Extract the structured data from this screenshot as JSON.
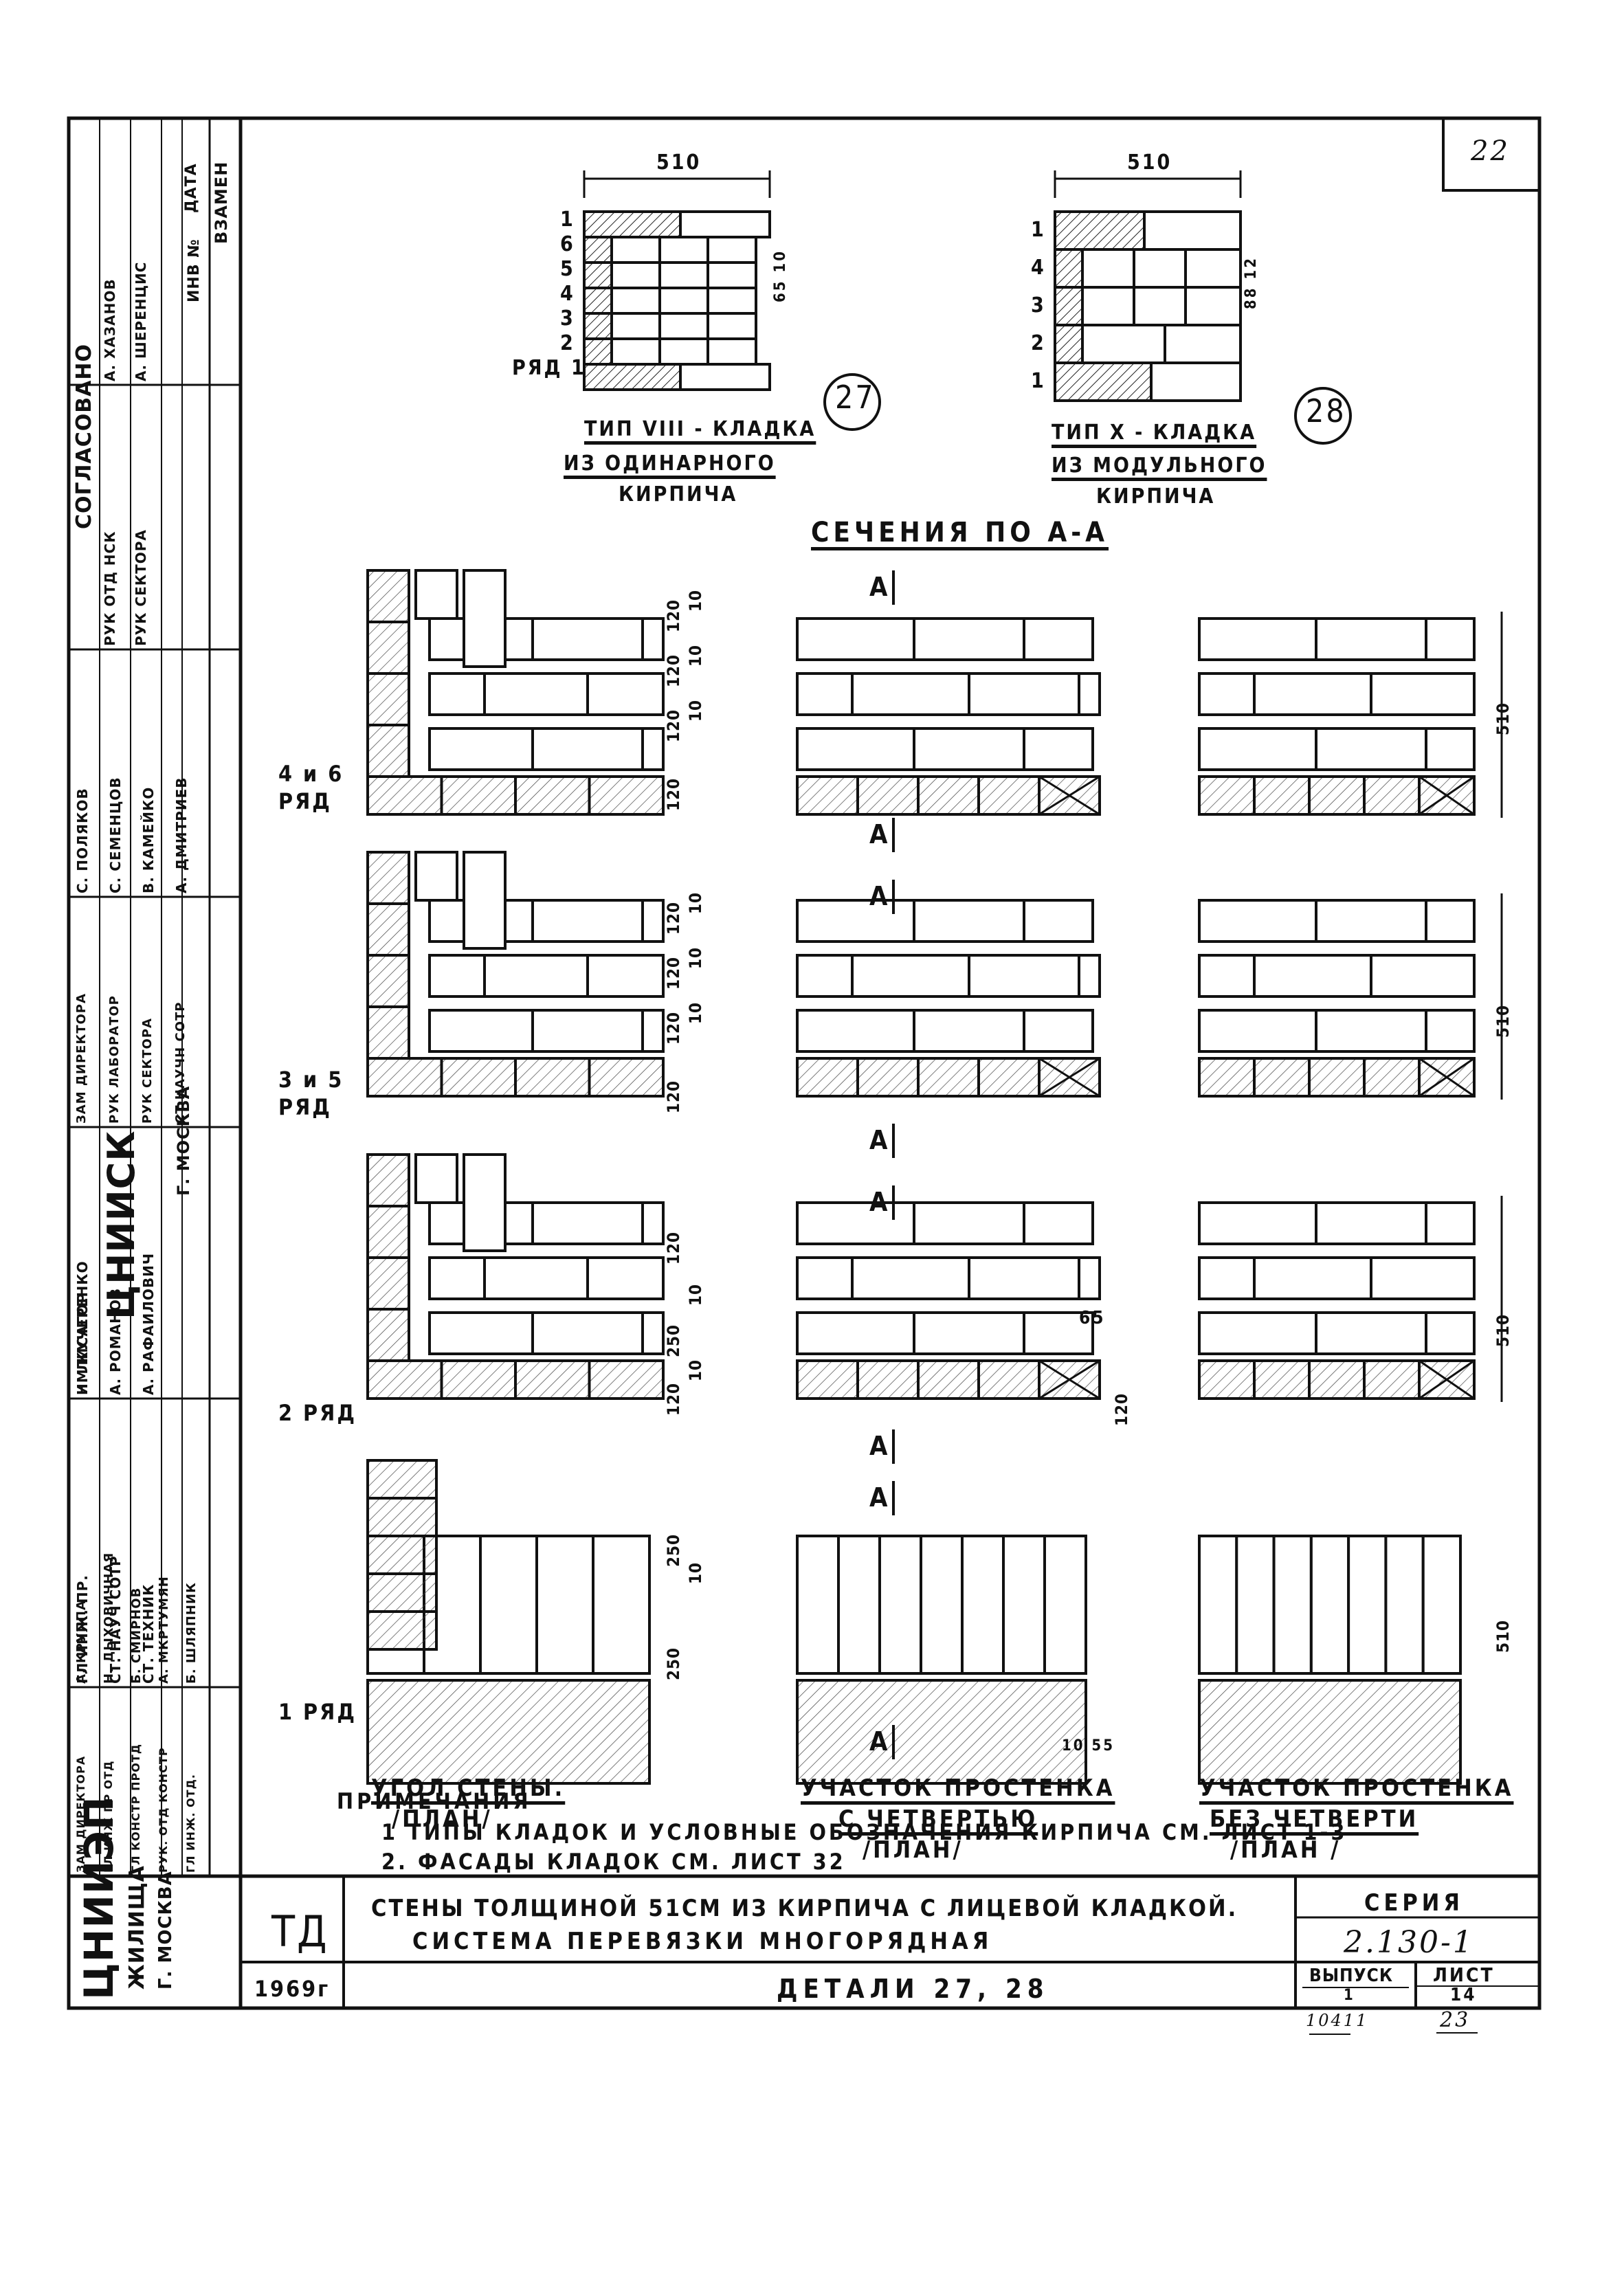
{
  "sheet_number": "22",
  "top_details": [
    {
      "number": "27",
      "dimension": "510",
      "small_dims": [
        "65",
        "10"
      ],
      "row_labels": [
        "1",
        "6",
        "5",
        "4",
        "3",
        "2",
        "РЯД 1"
      ],
      "caption": [
        "ТИП VIII - КЛАДКА",
        "ИЗ ОДИНАРНОГО",
        "КИРПИЧА"
      ]
    },
    {
      "number": "28",
      "dimension": "510",
      "small_dims": [
        "88",
        "12"
      ],
      "row_labels": [
        "1",
        "4",
        "3",
        "2",
        "1"
      ],
      "caption": [
        "ТИП X - КЛАДКА",
        "ИЗ МОДУЛЬНОГО",
        "КИРПИЧА"
      ]
    }
  ],
  "section_title": "СЕЧЕНИЯ ПО А-А",
  "section_mark": "А",
  "row_labels": [
    "4 и 6\nРЯД",
    "3 и 5\nРЯД",
    "2 РЯД",
    "1 РЯД"
  ],
  "dims": {
    "r1": [
      "120",
      "120",
      "120",
      "120",
      "10",
      "10",
      "10"
    ],
    "r2": [
      "120",
      "120",
      "120",
      "120",
      "10",
      "10",
      "10"
    ],
    "r3": [
      "120",
      "250",
      "120",
      "10",
      "10"
    ],
    "r4": [
      "250",
      "250",
      "10"
    ],
    "extra": [
      "65",
      "120",
      "10",
      "55"
    ],
    "wall": "510"
  },
  "column_captions": [
    [
      "УГОЛ СТЕНЫ.",
      "/ПЛАН/"
    ],
    [
      "УЧАСТОК ПРОСТЕНКА",
      "С ЧЕТВЕРТЬЮ",
      "/ПЛАН/"
    ],
    [
      "УЧАСТОК ПРОСТЕНКА",
      "БЕЗ ЧЕТВЕРТИ",
      "/ПЛАН /"
    ]
  ],
  "notes": {
    "title": "ПРИМЕЧАНИЯ",
    "items": [
      "1 ТИПЫ КЛАДОК И УСЛОВНЫЕ ОБОЗНАЧЕНИЯ КИРПИЧА СМ. ЛИСТ 1-3",
      "2. ФАСАДЫ КЛАДОК СМ. ЛИСТ 32"
    ]
  },
  "title_block": {
    "org": "ЦНИИЭП",
    "org_sub": "ЖИЛИЩА",
    "city": "Г. МОСКВА",
    "code": "ТД",
    "year": "1969г",
    "title_line1": "СТЕНЫ ТОЛЩИНОЙ 51СМ ИЗ КИРПИЧА С ЛИЦЕВОЙ КЛАДКОЙ.",
    "title_line2": "СИСТЕМА ПЕРЕВЯЗКИ МНОГОРЯДНАЯ",
    "subtitle": "ДЕТАЛИ 27, 28",
    "series_label": "СЕРИЯ",
    "series": "2.130-1",
    "issue_label": "ВЫПУСК",
    "issue": "1",
    "sheet_label": "ЛИСТ",
    "sheet": "14",
    "below_left": "10411",
    "below_right": "23"
  },
  "side_stamp": {
    "headers": [
      "ДАТА",
      "ИНВ №",
      "ВЗАМЕН"
    ],
    "agreed": "СОГЛАСОВАНО",
    "col1": [
      "А. ХАЗАНОВ",
      "А. ШЕРЕНЦИС"
    ],
    "col2": [
      "РУК ОТД НСК",
      "РУК СЕКТОРА"
    ],
    "col3": [
      "С. ПОЛЯКОВ",
      "С. СЕМЕНЦОВ",
      "В. КАМЕЙКО",
      "А. ДМИТРИЕВ"
    ],
    "col4": [
      "ЗАМ ДИРЕКТОРА",
      "РУК ЛАБОРАТОР",
      "РУК СЕКТОРА",
      "СТ НАУЧН СОТР"
    ],
    "institute": "ЦНИИСК",
    "institute_city": "Г. МОСКВА",
    "col5": [
      "ИМ КУЧЕРЕНКО"
    ],
    "col6": [
      "Н. ЛИСАГОР",
      "А. РОМАНОВ",
      "А. РАФАИЛОВИЧ"
    ],
    "col7": [
      "ГЛ ИНЖ. ПР.",
      "СТ. НАУЧ СОТР",
      "СТ. ТЕХНИК"
    ],
    "col8": [
      "А. КРУППА",
      "Н. ДЫХОВИЧНАЯ",
      "Б. СМИРНОВ",
      "А. МКРТУМЯН",
      "Б. ШЛЯПНИК"
    ],
    "col9": [
      "ЗАМ ДИРЕКТОРА",
      "ГЛ ИНЖ ПР ОТД",
      "ГЛ КОНСТР ПРОТД",
      "РУК. ОТД КОНСТР",
      "ГЛ ИНЖ. ОТД."
    ]
  }
}
